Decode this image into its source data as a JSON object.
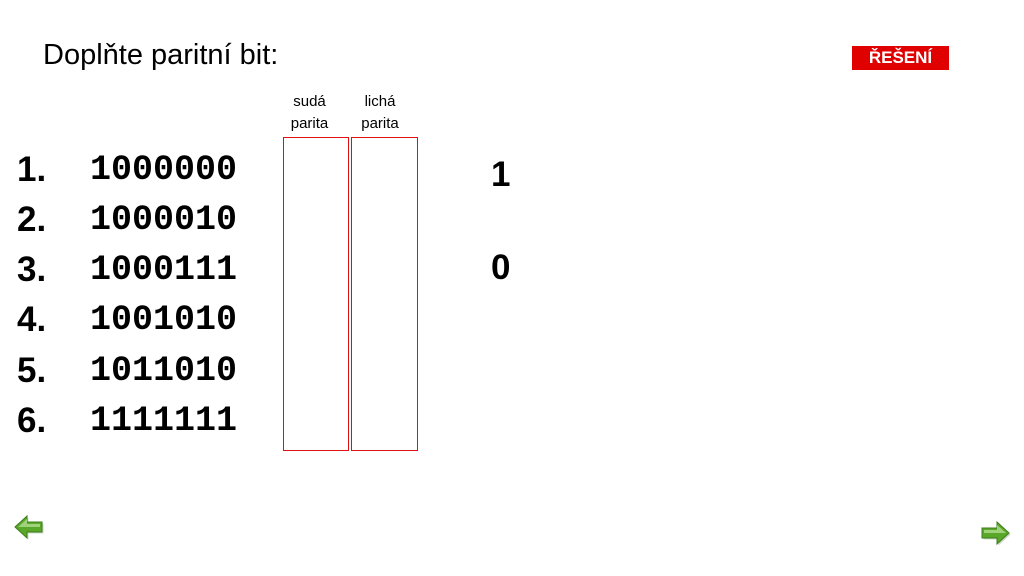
{
  "slide": {
    "title": "Doplňte paritní bit:",
    "solution_button": "ŘEŠENÍ",
    "columns": {
      "even": {
        "line1": "sudá",
        "line2": "parita"
      },
      "odd": {
        "line1": "lichá",
        "line2": "parita"
      }
    },
    "rows": [
      {
        "num": "1.",
        "bits": "1000000"
      },
      {
        "num": "2.",
        "bits": "1000010"
      },
      {
        "num": "3.",
        "bits": "1000111"
      },
      {
        "num": "4.",
        "bits": "1001010"
      },
      {
        "num": "5.",
        "bits": "1011010"
      },
      {
        "num": "6.",
        "bits": "1111111"
      }
    ],
    "answers": [
      "1",
      "0"
    ]
  },
  "icons": {
    "prev": "arrow-left-icon",
    "next": "arrow-right-icon"
  },
  "colors": {
    "accent_red": "#e00000",
    "box_border": "#e01010",
    "arrow_green": "#5aa829"
  }
}
